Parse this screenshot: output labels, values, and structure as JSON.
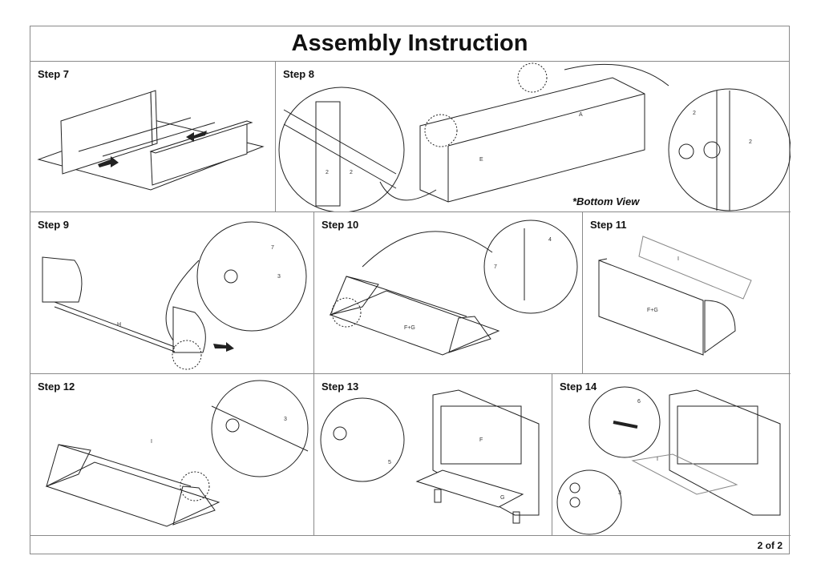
{
  "document": {
    "title": "Assembly Instruction",
    "page_indicator": "2 of 2"
  },
  "steps": [
    {
      "label": "Step 7",
      "callouts": [],
      "icons": [
        "direction-arrow",
        "direction-arrow"
      ]
    },
    {
      "label": "Step 8",
      "note": "*Bottom View",
      "callouts": [
        "2",
        "2",
        "E",
        "A",
        "2",
        "2"
      ]
    },
    {
      "label": "Step 9",
      "callouts": [
        "H",
        "7",
        "3"
      ]
    },
    {
      "label": "Step 10",
      "callouts": [
        "F+G",
        "7",
        "4"
      ]
    },
    {
      "label": "Step 11",
      "callouts": [
        "I",
        "F+G"
      ]
    },
    {
      "label": "Step 12",
      "callouts": [
        "I",
        "3"
      ]
    },
    {
      "label": "Step 13",
      "callouts": [
        "F",
        "G",
        "5"
      ]
    },
    {
      "label": "Step 14",
      "callouts": [
        "6",
        "I",
        "3"
      ]
    }
  ]
}
